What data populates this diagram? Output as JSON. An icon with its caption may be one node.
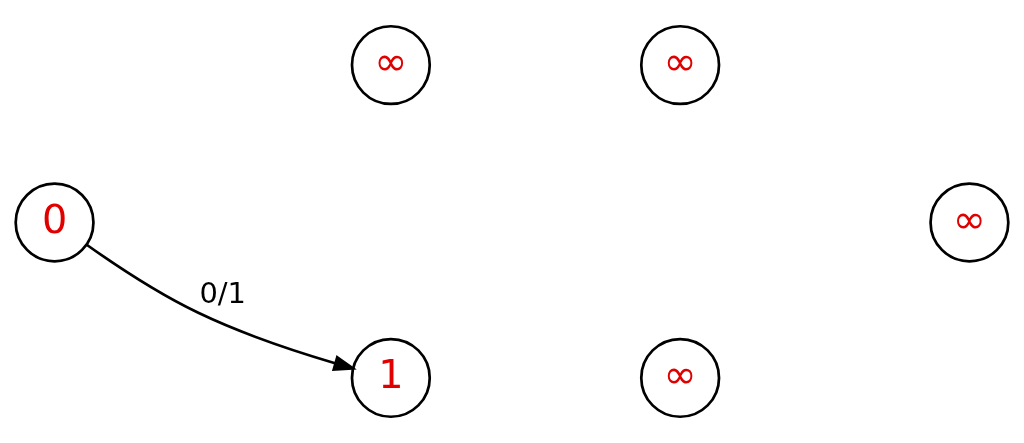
{
  "diagram": {
    "nodes": [
      {
        "text": [
          "∞"
        ]
      },
      {
        "text": [
          "∞"
        ]
      },
      {
        "text": [
          "0"
        ]
      },
      {
        "text": [
          "∞"
        ]
      },
      {
        "text": [
          "1"
        ]
      },
      {
        "text": [
          "∞"
        ]
      }
    ],
    "edges": [
      {
        "from": 2,
        "to": 4,
        "label": "0/1",
        "arrow": "to"
      }
    ]
  }
}
